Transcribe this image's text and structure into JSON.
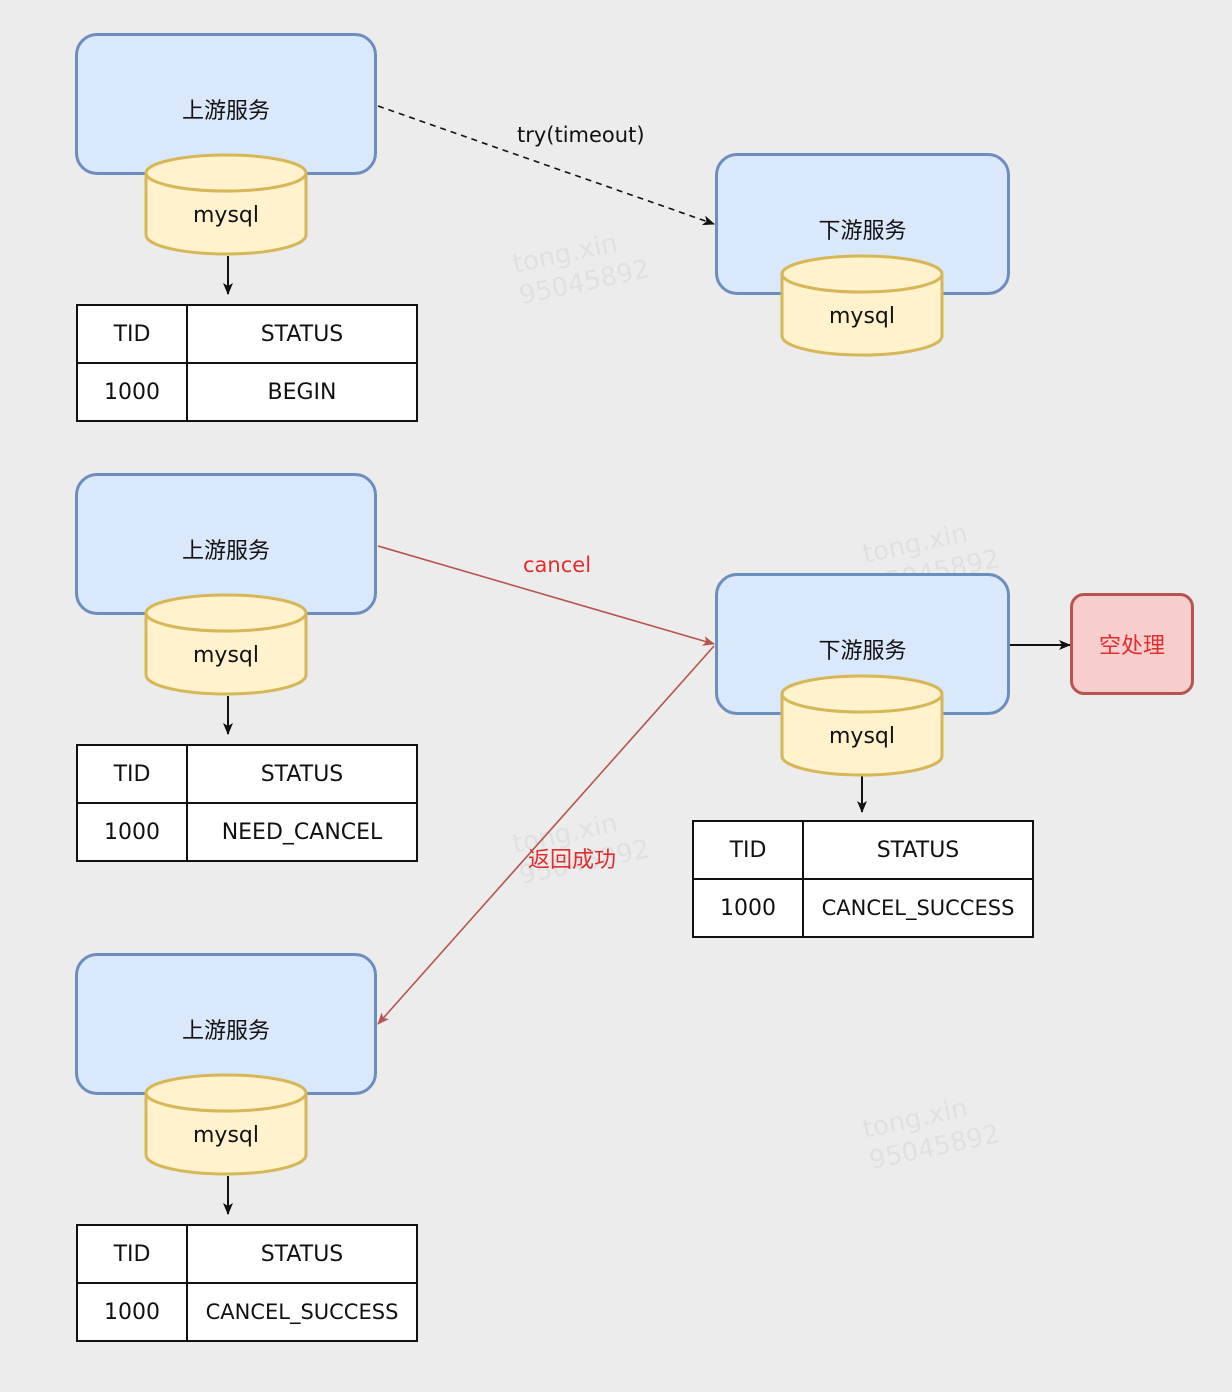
{
  "labels": {
    "try_timeout": "try(timeout)",
    "cancel": "cancel",
    "return_success": "返回成功",
    "empty_handling": "空处理"
  },
  "upstream": [
    {
      "name": "上游服务",
      "db": "mysql",
      "table": {
        "headers": [
          "TID",
          "STATUS"
        ],
        "row": [
          "1000",
          "BEGIN"
        ]
      }
    },
    {
      "name": "上游服务",
      "db": "mysql",
      "table": {
        "headers": [
          "TID",
          "STATUS"
        ],
        "row": [
          "1000",
          "NEED_CANCEL"
        ]
      }
    },
    {
      "name": "上游服务",
      "db": "mysql",
      "table": {
        "headers": [
          "TID",
          "STATUS"
        ],
        "row": [
          "1000",
          "CANCEL_SUCCESS"
        ]
      }
    }
  ],
  "downstream": [
    {
      "name": "下游服务",
      "db": "mysql"
    },
    {
      "name": "下游服务",
      "db": "mysql",
      "table": {
        "headers": [
          "TID",
          "STATUS"
        ],
        "row": [
          "1000",
          "CANCEL_SUCCESS"
        ]
      }
    }
  ],
  "watermark": {
    "line1": "tong.xin",
    "line2": "95045892"
  },
  "colors": {
    "service_fill": "#dae8fc",
    "service_border": "#6c8ebf",
    "db_fill": "#fff2cc",
    "db_border": "#d6b656",
    "cancel_arrow": "#b85450",
    "red_text": "#e02e2e",
    "empty_fill": "#f8cecc",
    "empty_border": "#b85450"
  }
}
